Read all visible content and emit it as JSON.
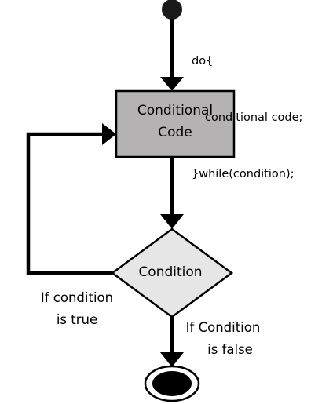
{
  "code_snippet": {
    "lines": [
      "do{",
      "conditional code;",
      "}while(condition);"
    ]
  },
  "nodes": {
    "process": {
      "lines": [
        "Conditional",
        "Code"
      ],
      "fill": "#b4b2b2"
    },
    "decision": {
      "label": "Condition",
      "fill": "#e6e6e6"
    }
  },
  "edges": {
    "true_branch": {
      "lines": [
        "If condition",
        "is true"
      ]
    },
    "false_branch": {
      "lines": [
        "If Condition",
        "is false"
      ]
    }
  },
  "colors": {
    "line": "#000000",
    "background": "#ffffff"
  }
}
